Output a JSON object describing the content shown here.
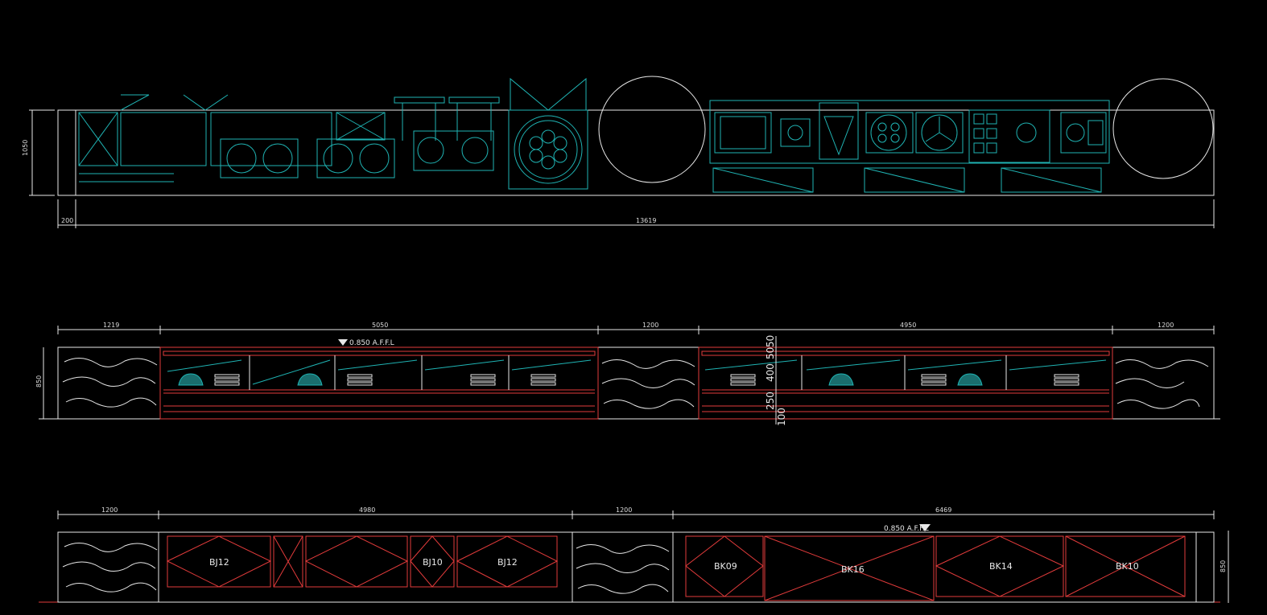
{
  "colors": {
    "background": "#000000",
    "line_white": "#e8e8e8",
    "line_cyan": "#1fb3b3",
    "line_red": "#e23b3b",
    "fill_teal": "#1a6e6e"
  },
  "plan": {
    "dim_height": "1050",
    "dim_left": "200",
    "dim_total": "13619"
  },
  "elevation_a": {
    "dims_top": [
      "1219",
      "5050",
      "1200",
      "4950",
      "1200"
    ],
    "dim_height": "850",
    "level_mark": "0.850 A.F.F.L",
    "vertical_dims": [
      "50",
      "50",
      "400",
      "250",
      "100"
    ]
  },
  "elevation_b": {
    "dims_top": [
      "1200",
      "4980",
      "1200",
      "6469"
    ],
    "dim_height": "850",
    "level_mark": "0.850 A.F.F.L",
    "panel_labels": [
      "BJ12",
      "BJ10",
      "BJ12",
      "BK09",
      "BK16",
      "BK14",
      "BK10"
    ]
  }
}
